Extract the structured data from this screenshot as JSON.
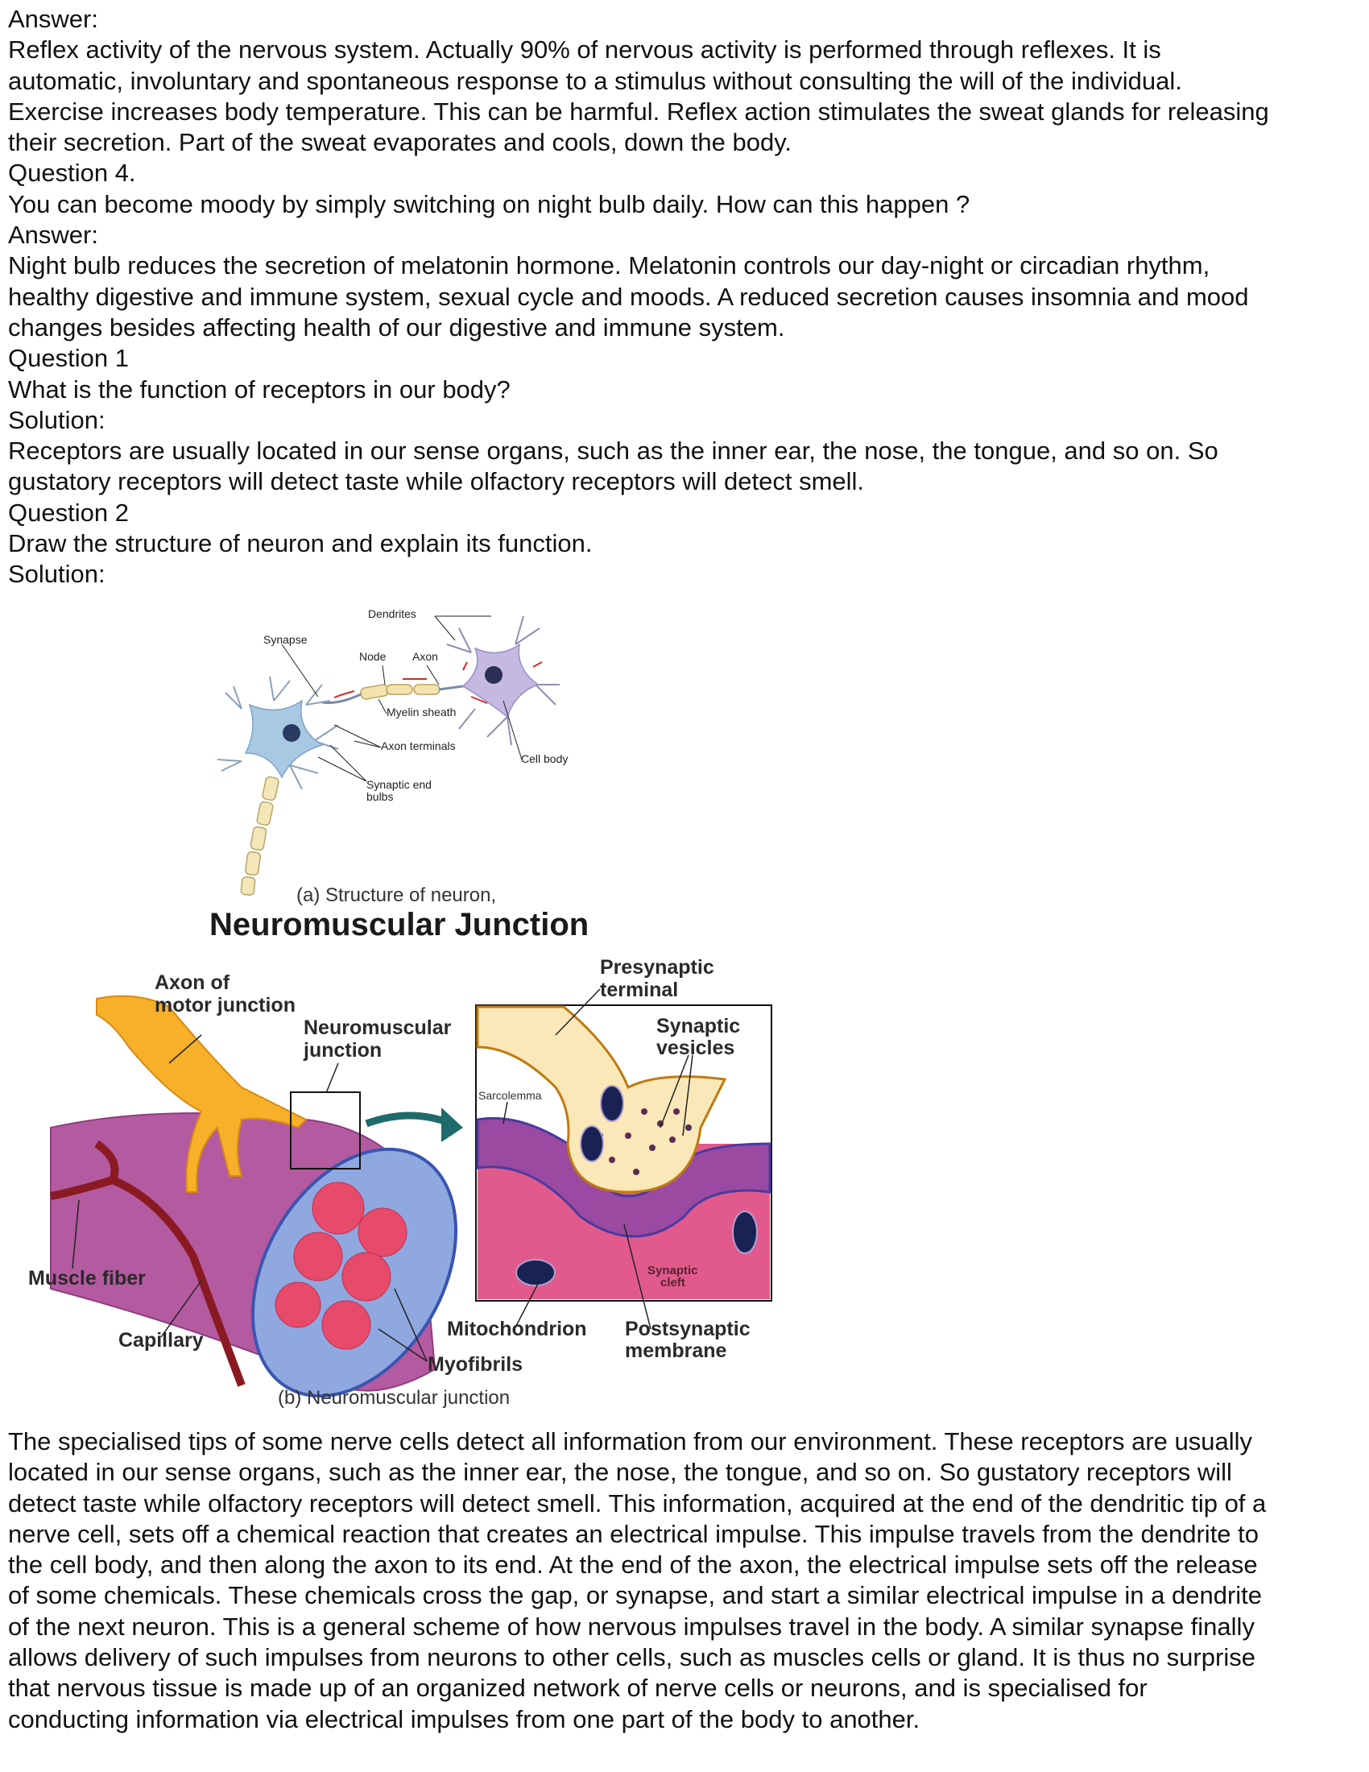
{
  "top_text": [
    "Answer:",
    "Reflex activity of the nervous system. Actually 90% of nervous activity is performed through reflexes. It is",
    "automatic, involuntary and spontaneous response to a stimulus without consulting the will of the individual.",
    "Exercise increases body temperature. This can be harmful. Reflex action stimulates the sweat glands for releasing",
    "their secretion. Part of the sweat evaporates and cools, down the body.",
    "Question 4.",
    "You can become moody by simply switching on night bulb daily. How can this happen ?",
    "Answer:",
    "Night bulb reduces the secretion of melatonin hormone. Melatonin controls our day-night or circadian rhythm,",
    "healthy digestive and immune system, sexual cycle and moods. A reduced secretion causes insomnia and mood",
    "changes besides affecting health of our digestive and immune system.",
    "Question 1",
    "What is the function of receptors in our body?",
    "Solution:",
    "Receptors are usually located in our sense organs, such as the inner ear, the nose, the tongue, and so on. So",
    "gustatory receptors will detect taste while olfactory receptors will detect smell.",
    "Question 2",
    "Draw the structure of neuron and explain its function.",
    "Solution:"
  ],
  "neuron_figure": {
    "labels": {
      "dendrites": "Dendrites",
      "synapse": "Synapse",
      "node": "Node",
      "axon": "Axon",
      "myelin_sheath": "Myelin sheath",
      "axon_terminals": "Axon terminals",
      "cell_body": "Cell body",
      "synaptic_end_1": "Synaptic end",
      "synaptic_end_2": "bulbs"
    },
    "caption": "(a) Structure of neuron,"
  },
  "nmj_figure": {
    "title": "Neuromuscular Junction",
    "labels": {
      "axon_of_1": "Axon of",
      "axon_of_2": "motor junction",
      "nmj_1": "Neuromuscular",
      "nmj_2": "junction",
      "presynaptic_1": "Presynaptic",
      "presynaptic_2": "terminal",
      "vesicles_1": "Synaptic",
      "vesicles_2": "vesicles",
      "sarcolemma": "Sarcolemma",
      "muscle_fiber": "Muscle fiber",
      "capillary": "Capillary",
      "mitochondrion": "Mitochondrion",
      "postsynaptic_1": "Postsynaptic",
      "postsynaptic_2": "membrane",
      "myofibrils": "Myofibrils",
      "cleft_1": "Synaptic",
      "cleft_2": "cleft"
    },
    "caption": "(b) Neuromuscular junction"
  },
  "bottom_text": [
    "The specialised tips of some nerve cells detect all information from our environment. These receptors are usually",
    "located in our sense organs, such as the inner ear, the nose, the tongue, and so on. So gustatory receptors will",
    "detect taste while olfactory receptors will detect smell. This information, acquired at the end of the dendritic tip of a",
    "nerve cell, sets off a chemical reaction that creates an electrical impulse. This impulse travels from the dendrite to",
    "the cell body, and then along the axon to its end. At the end of the axon, the electrical impulse sets off the release",
    "of some chemicals. These chemicals cross the gap, or synapse, and start a similar electrical impulse in a dendrite",
    "of the next neuron. This is a general scheme of how nervous impulses travel in the body. A similar synapse finally",
    "allows delivery of such impulses from neurons to other cells, such as muscles cells or gland. It is thus no surprise",
    "that nervous tissue is made up of an organized network of nerve cells or neurons, and is specialised for",
    "conducting information via electrical impulses from one part of the body to another."
  ]
}
